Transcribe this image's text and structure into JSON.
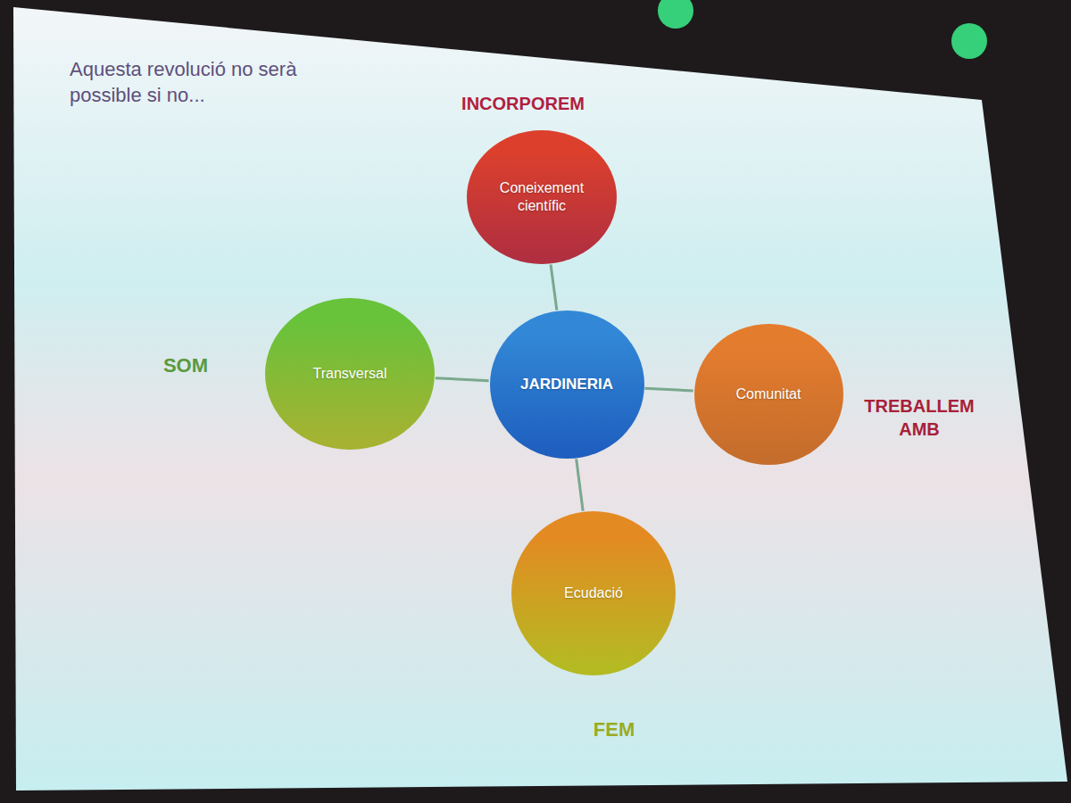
{
  "diagram": {
    "title": "Aquesta revolució no serà possible si no...",
    "nodes": [
      {
        "text": [
          "Coneixement científic"
        ]
      },
      {
        "text": [
          "Transversal"
        ]
      },
      {
        "text": [
          "JARDINERIA"
        ]
      },
      {
        "text": [
          "Comunitat"
        ]
      },
      {
        "text": [
          "Ecudació"
        ]
      }
    ],
    "edges": [
      {
        "from": 2,
        "to": 0,
        "arrow": "none"
      },
      {
        "from": 2,
        "to": 1,
        "arrow": "none"
      },
      {
        "from": 2,
        "to": 3,
        "arrow": "none"
      },
      {
        "from": 2,
        "to": 4,
        "arrow": "none"
      }
    ],
    "labels": [
      "INCORPOREM",
      "SOM",
      "TREBALLEM AMB",
      "FEM"
    ]
  }
}
